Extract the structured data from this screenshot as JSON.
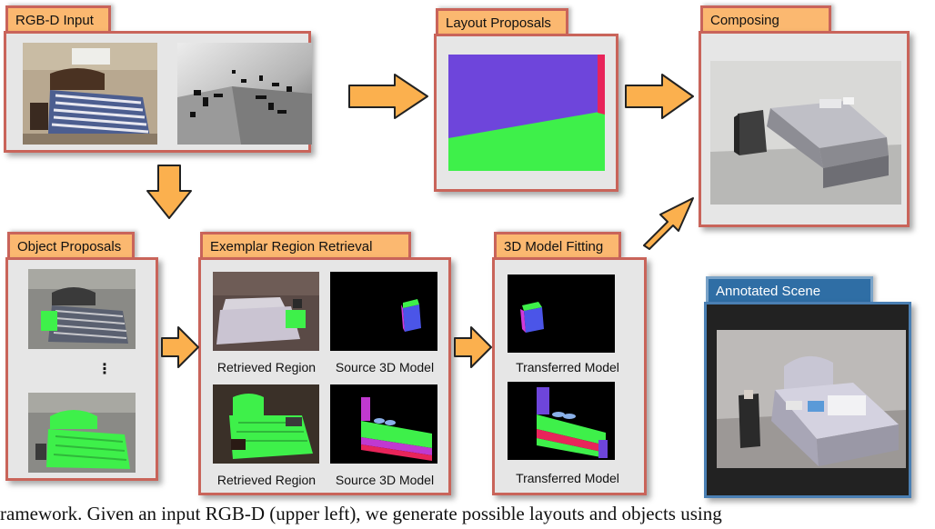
{
  "panels": {
    "rgbd": {
      "title": "RGB-D Input"
    },
    "layout": {
      "title": "Layout Proposals"
    },
    "composing": {
      "title": "Composing"
    },
    "object": {
      "title": "Object Proposals",
      "ellipsis": "⋮"
    },
    "exemplar": {
      "title": "Exemplar Region Retrieval",
      "captions": [
        "Retrieved Region",
        "Source 3D Model",
        "Retrieved Region",
        "Source 3D Model"
      ]
    },
    "fitting": {
      "title": "3D Model Fitting",
      "captions": [
        "Transferred Model",
        "Transferred Model"
      ]
    },
    "annotated": {
      "title": "Annotated Scene"
    }
  },
  "figure_caption": "ramework. Given an input RGB-D (upper left), we generate possible layouts and objects using",
  "colors": {
    "panel_border": "#c9645a",
    "tab_fill": "#fbb870",
    "arrow_fill": "#fbb04e",
    "layout_purple": "#6e45db",
    "layout_green": "#3ef04a",
    "annotated_tab": "#2f6ea5"
  }
}
